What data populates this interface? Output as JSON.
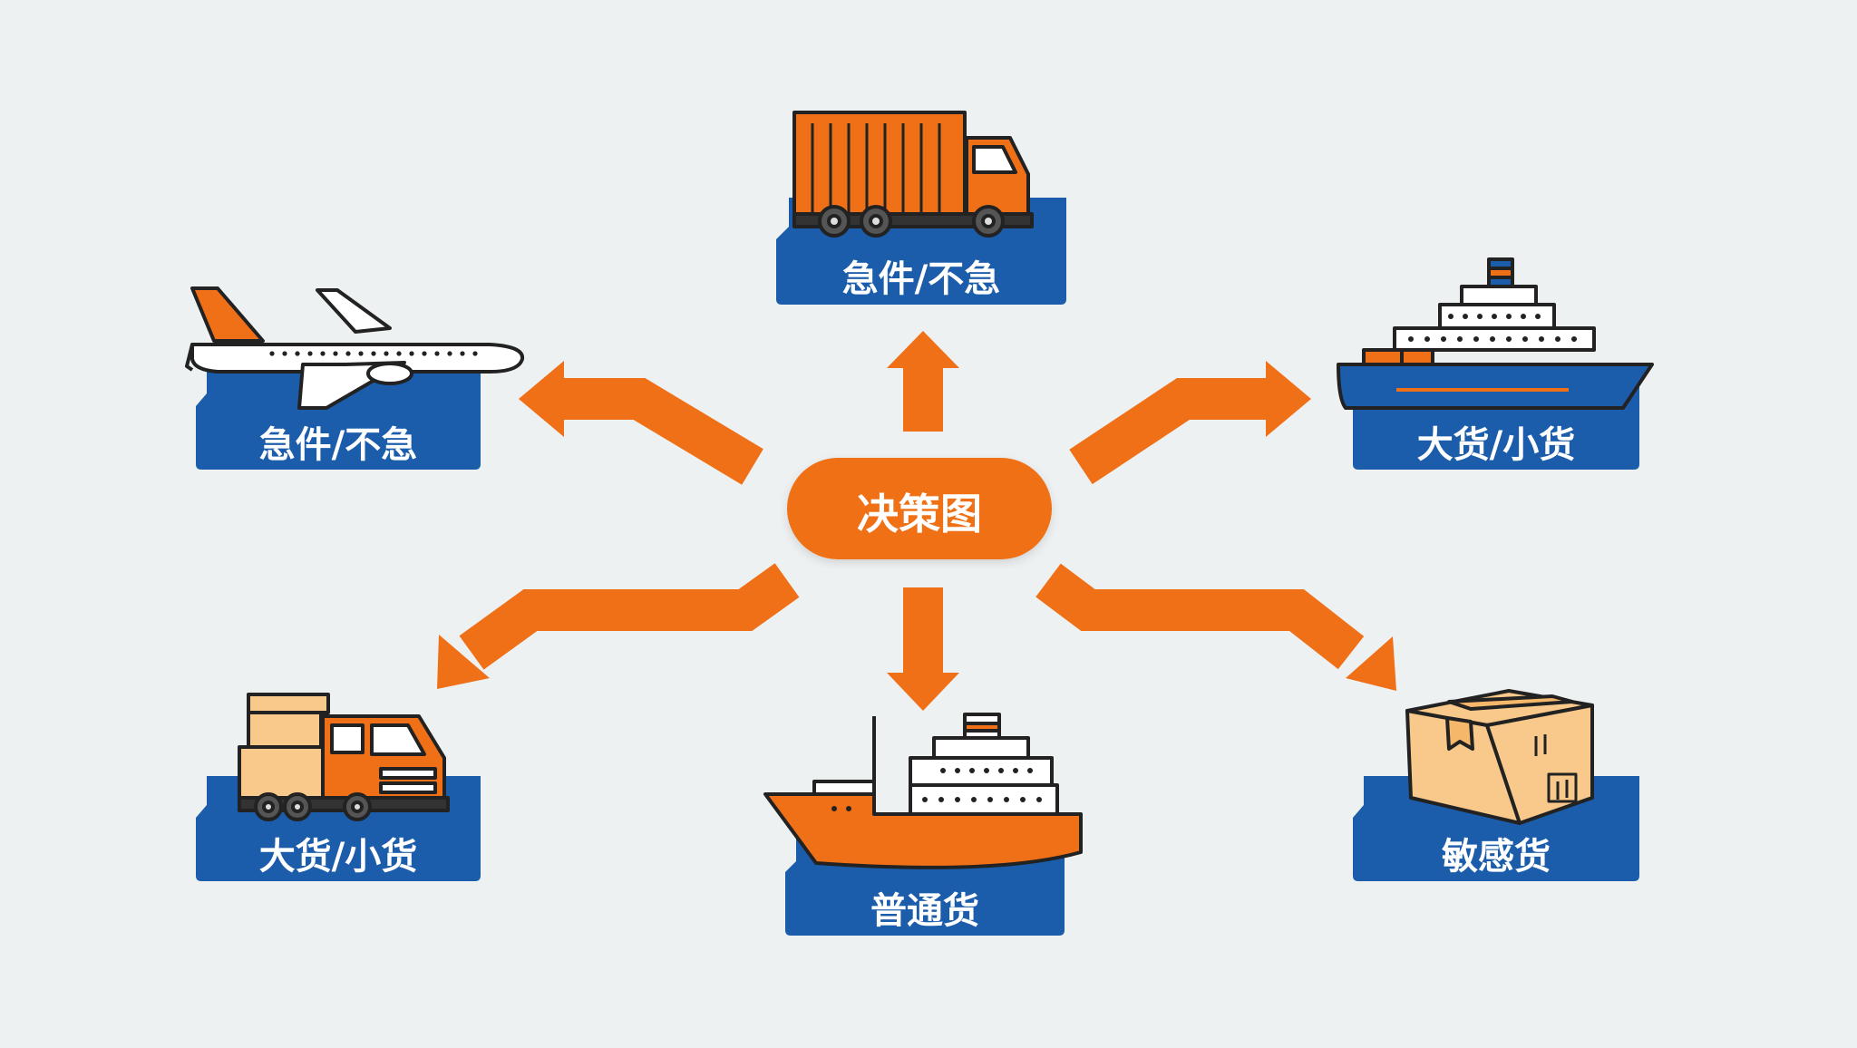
{
  "center": {
    "label": "决策图"
  },
  "nodes": [
    {
      "id": "air",
      "icon": "airplane-icon",
      "label": "急件/不急"
    },
    {
      "id": "truck",
      "icon": "container-truck-icon",
      "label": "急件/不急"
    },
    {
      "id": "ship-big",
      "icon": "cargo-ship-icon",
      "label": "大货/小货"
    },
    {
      "id": "van",
      "icon": "delivery-truck-icon",
      "label": "大货/小货"
    },
    {
      "id": "ship",
      "icon": "freighter-ship-icon",
      "label": "普通货"
    },
    {
      "id": "box",
      "icon": "package-box-icon",
      "label": "敏感货"
    }
  ],
  "colors": {
    "orange": "#f07018",
    "blue": "#1b5dab",
    "background": "#eef1f2",
    "box": "#f8c98a"
  }
}
